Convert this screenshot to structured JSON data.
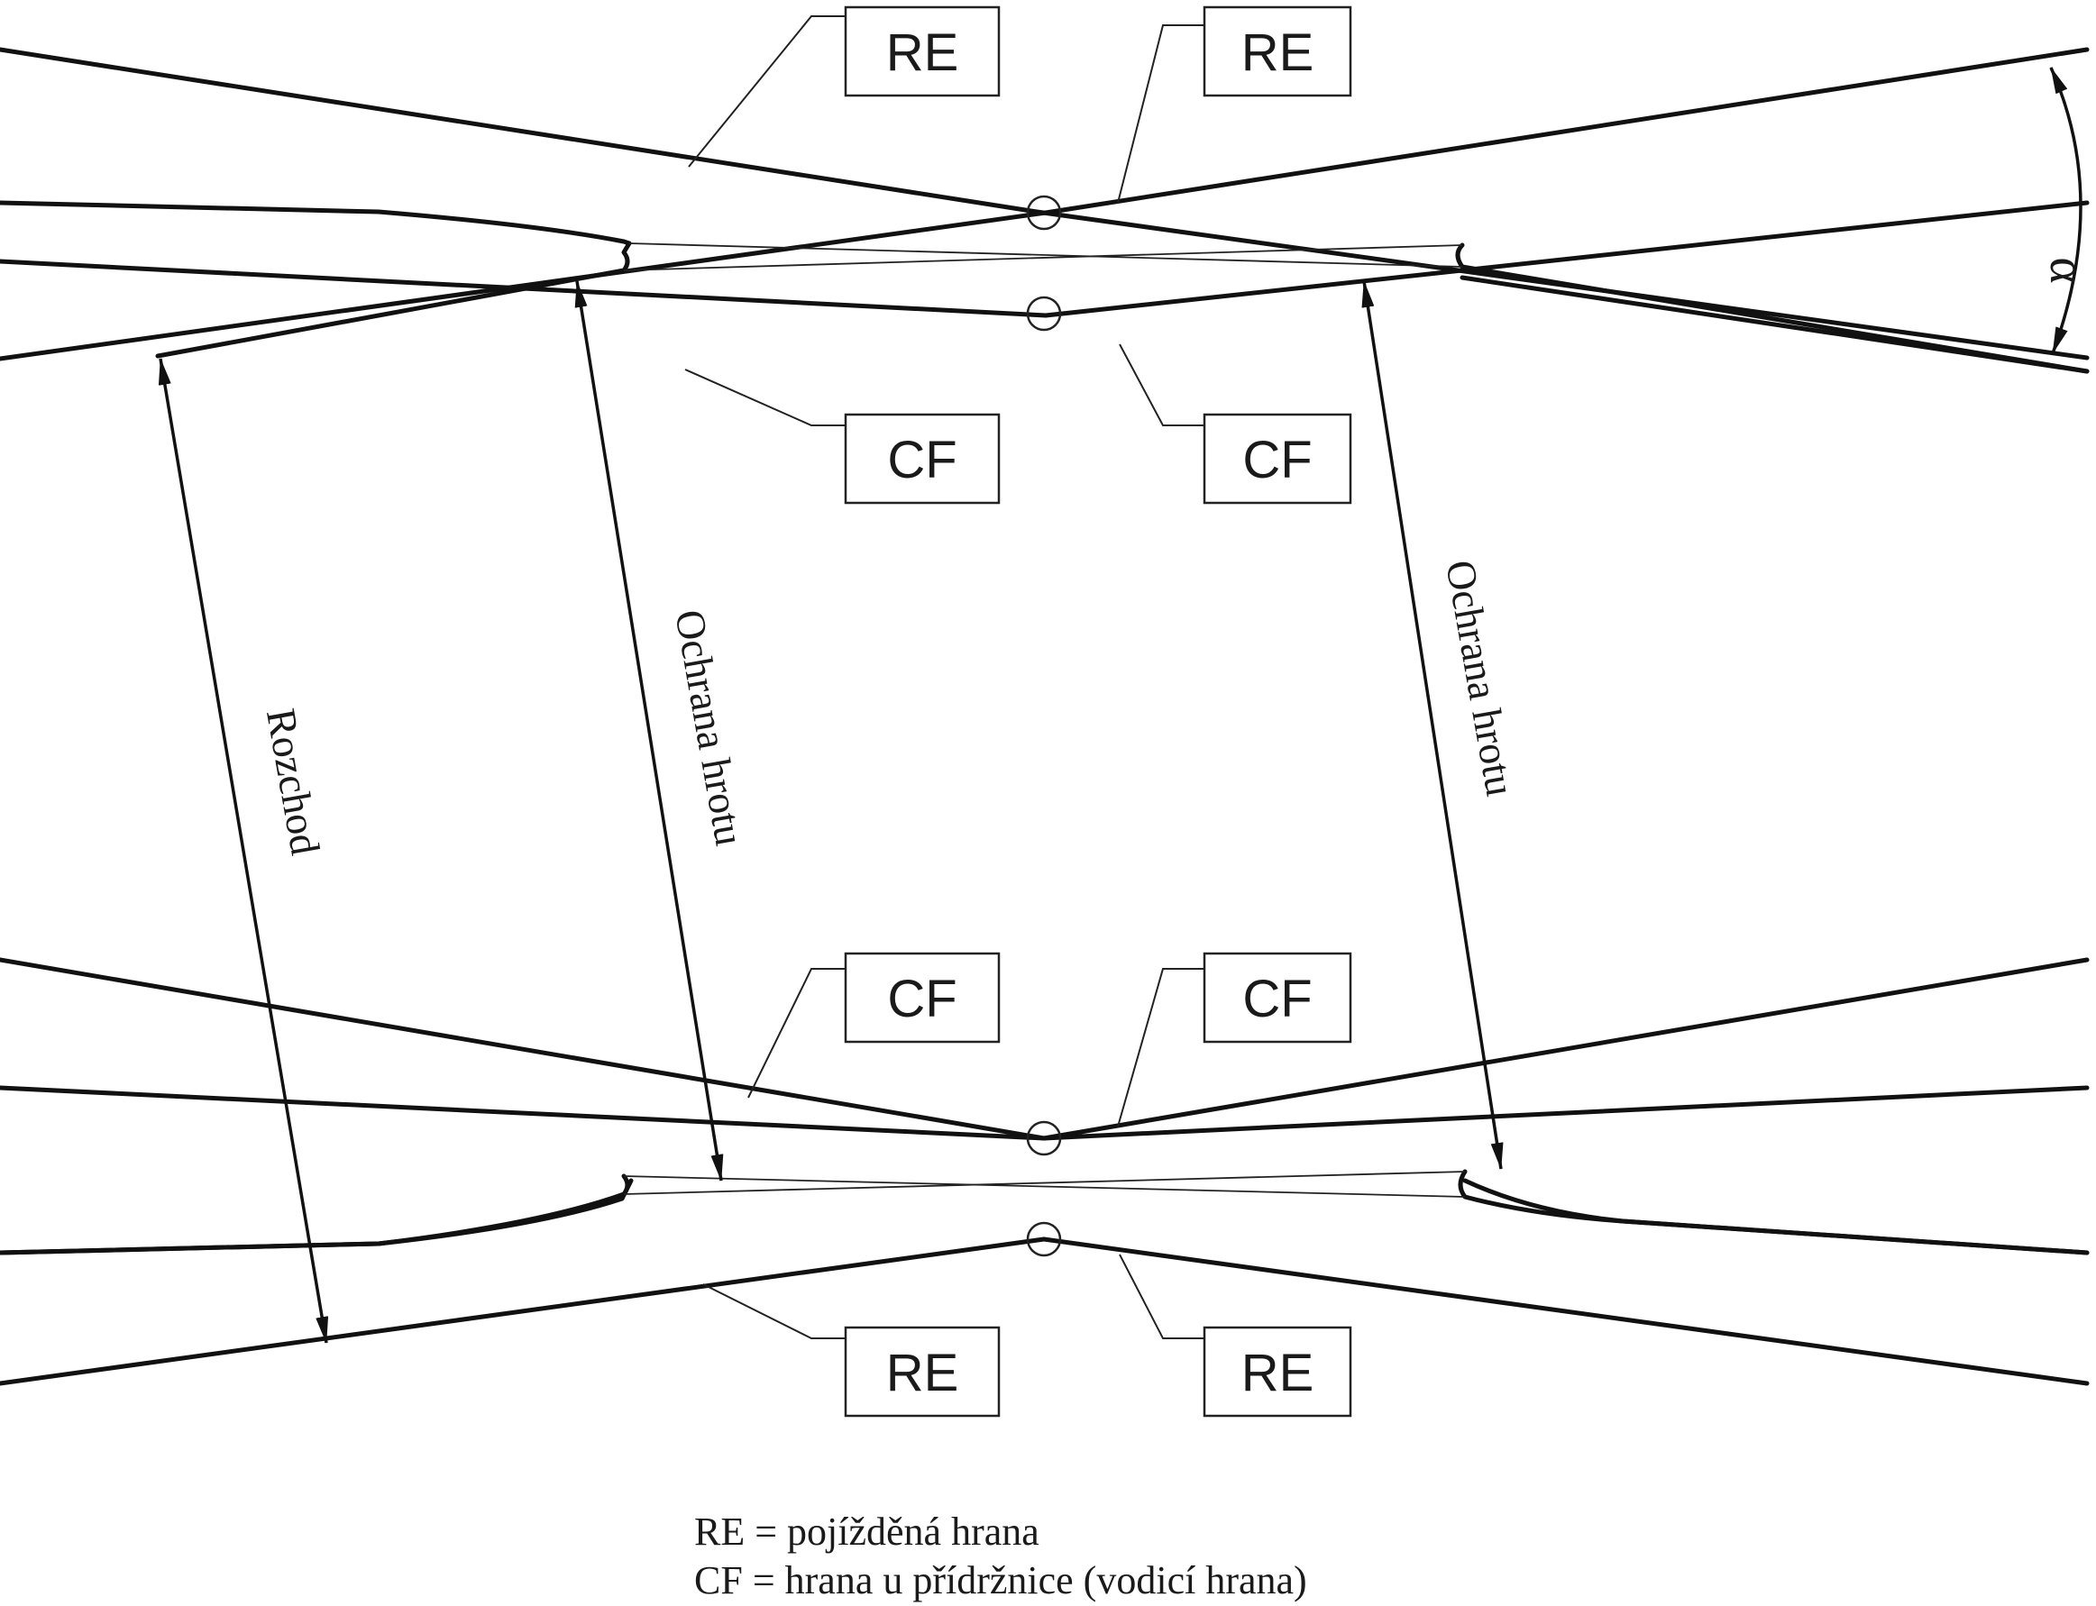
{
  "labels": {
    "re": "RE",
    "cf": "CF",
    "alpha": "α",
    "gauge": "Rozchod",
    "point_protection": "Ochrana hrotu"
  },
  "legend": {
    "re_line": "RE = pojížděná hrana",
    "cf_line": "CF = hrana u přídržnice (vodicí hrana)"
  },
  "colors": {
    "line": "#111111",
    "background": "#ffffff"
  }
}
